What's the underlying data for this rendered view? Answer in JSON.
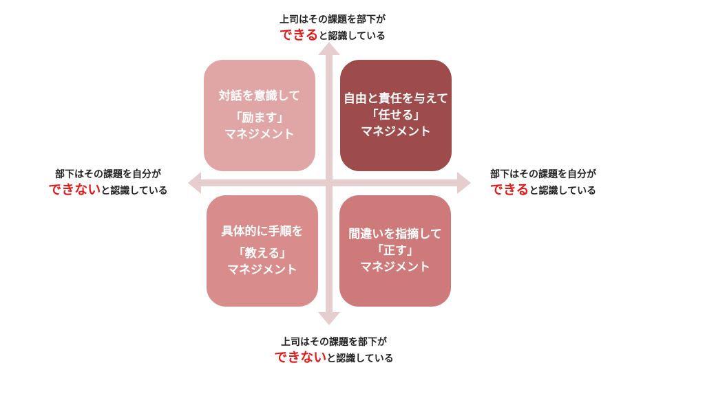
{
  "diagram": {
    "colors": {
      "arrow": "#e6cece",
      "top_left": "#e0a5a5",
      "top_right": "#9e4b4b",
      "bottom_left": "#d98c8c",
      "bottom_right": "#cf7a7a",
      "emphasis": "#e11a1a"
    },
    "labels": {
      "top": {
        "line1": "上司はその課題を部下が",
        "emphasis": "できる",
        "tail": "と認識している"
      },
      "bottom": {
        "line1": "上司はその課題を部下が",
        "emphasis": "できない",
        "tail": "と認識している"
      },
      "left": {
        "line1": "部下はその課題を自分が",
        "emphasis": "できない",
        "tail": "と認識している"
      },
      "right": {
        "line1": "部下はその課題を自分が",
        "emphasis": "できる",
        "tail": "と認識している"
      }
    },
    "quadrants": {
      "top_left": {
        "line1": "対話を意識して",
        "line2": "「励ます」",
        "line3": "マネジメント"
      },
      "top_right": {
        "line1": "自由と責任を与えて",
        "line2": "「任せる」",
        "line3": "マネジメント"
      },
      "bottom_left": {
        "line1": "具体的に手順を",
        "line2": "「教える」",
        "line3": "マネジメント"
      },
      "bottom_right": {
        "line1": "間違いを指摘して",
        "line2": "「正す」",
        "line3": "マネジメント"
      }
    }
  }
}
